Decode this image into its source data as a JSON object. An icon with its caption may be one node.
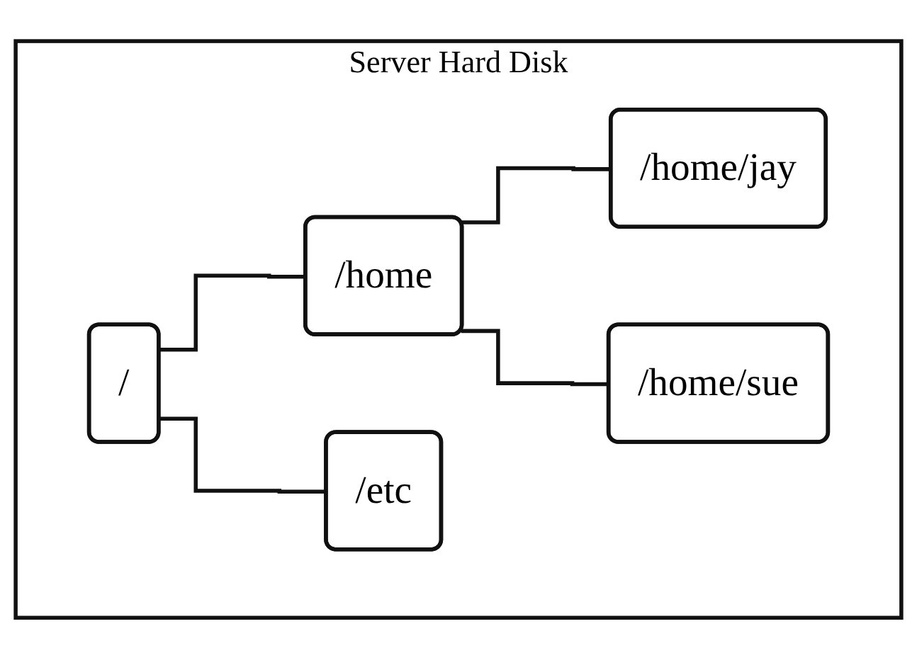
{
  "diagram": {
    "nodes": [
      {
        "text": [
          "Server Hard Disk"
        ]
      },
      {
        "text": [
          "/"
        ],
        "in": 0
      },
      {
        "text": [
          "/home"
        ],
        "in": 0
      },
      {
        "text": [
          "/home/jay"
        ],
        "in": 0
      },
      {
        "text": [
          "/home/sue"
        ],
        "in": 0
      },
      {
        "text": [
          "/etc"
        ],
        "in": 0
      }
    ],
    "edges": [
      {
        "from": 1,
        "to": 2,
        "arrow": "none"
      },
      {
        "from": 2,
        "to": 3,
        "arrow": "none"
      },
      {
        "from": 2,
        "to": 4,
        "arrow": "none"
      },
      {
        "from": 1,
        "to": 5,
        "arrow": "none"
      }
    ]
  }
}
